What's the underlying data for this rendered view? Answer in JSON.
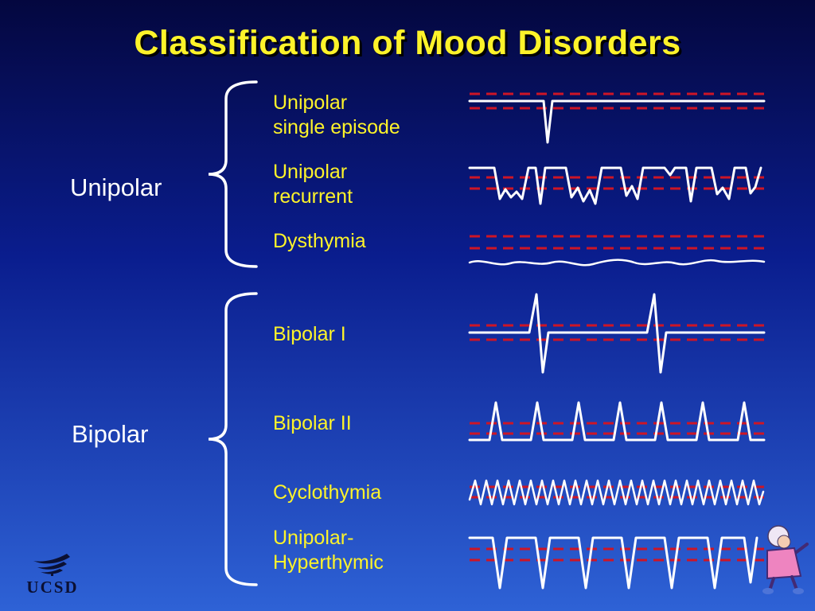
{
  "slide": {
    "title": "Classification of Mood Disorders"
  },
  "groups": [
    {
      "label": "Unipolar",
      "items": [
        {
          "label": "Unipolar\nsingle episode"
        },
        {
          "label": "Unipolar\nrecurrent"
        },
        {
          "label": "Dysthymia"
        }
      ]
    },
    {
      "label": "Bipolar",
      "items": [
        {
          "label": "Bipolar I"
        },
        {
          "label": "Bipolar II"
        },
        {
          "label": "Cyclothymia"
        },
        {
          "label": "Unipolar-\nHyperthymic"
        }
      ]
    }
  ],
  "waveforms": [
    "unipolar-single-episode",
    "unipolar-recurrent",
    "dysthymia",
    "bipolar-1",
    "bipolar-2",
    "cyclothymia",
    "unipolar-hyperthymic"
  ],
  "footer": {
    "logo_text": "UCSD"
  },
  "colors": {
    "background_top": "#04073f",
    "background_mid": "#0a1d8e",
    "background_bottom": "#2e62d6",
    "title": "#fdf32a",
    "group_label": "#ffffff",
    "item_label": "#fdf32a",
    "mood_line": "#ffffff",
    "normal_range_dash": "#cd1526",
    "logo": "#0b1033"
  }
}
